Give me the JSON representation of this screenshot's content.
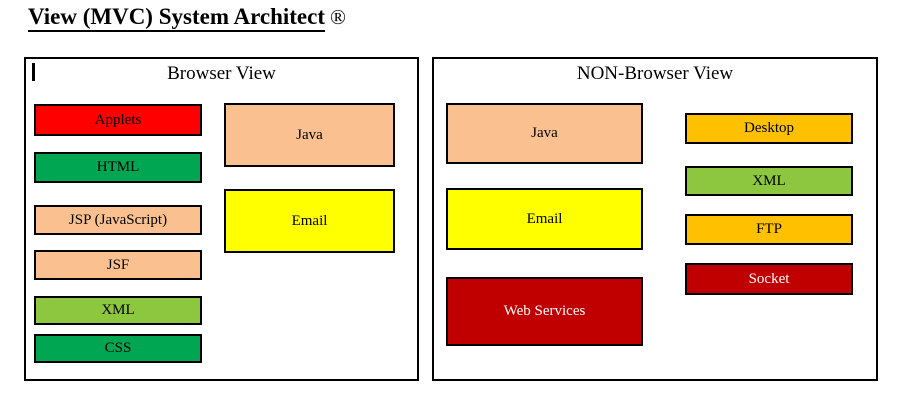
{
  "page": {
    "title": "View (MVC) System Architect",
    "registered_mark": "®"
  },
  "colors": {
    "red": "#FF0000",
    "green": "#00A651",
    "light_green": "#8DC63F",
    "peach": "#FAC090",
    "yellow": "#FFFF00",
    "amber": "#FFC000",
    "dark_red": "#C00000",
    "box_border": "#000000",
    "dark_red_text": "#FFFFFF",
    "default_text": "#000000"
  },
  "panels": {
    "browser": {
      "title": "Browser View",
      "boxes": {
        "applets": "Applets",
        "html": "HTML",
        "jsp": "JSP (JavaScript)",
        "jsf": "JSF",
        "xml": "XML",
        "css": "CSS",
        "java": "Java",
        "email": "Email"
      }
    },
    "non_browser": {
      "title": "NON-Browser View",
      "boxes": {
        "java": "Java",
        "email": "Email",
        "web_services": "Web Services",
        "desktop": "Desktop",
        "xml": "XML",
        "ftp": "FTP",
        "socket": "Socket"
      }
    }
  }
}
